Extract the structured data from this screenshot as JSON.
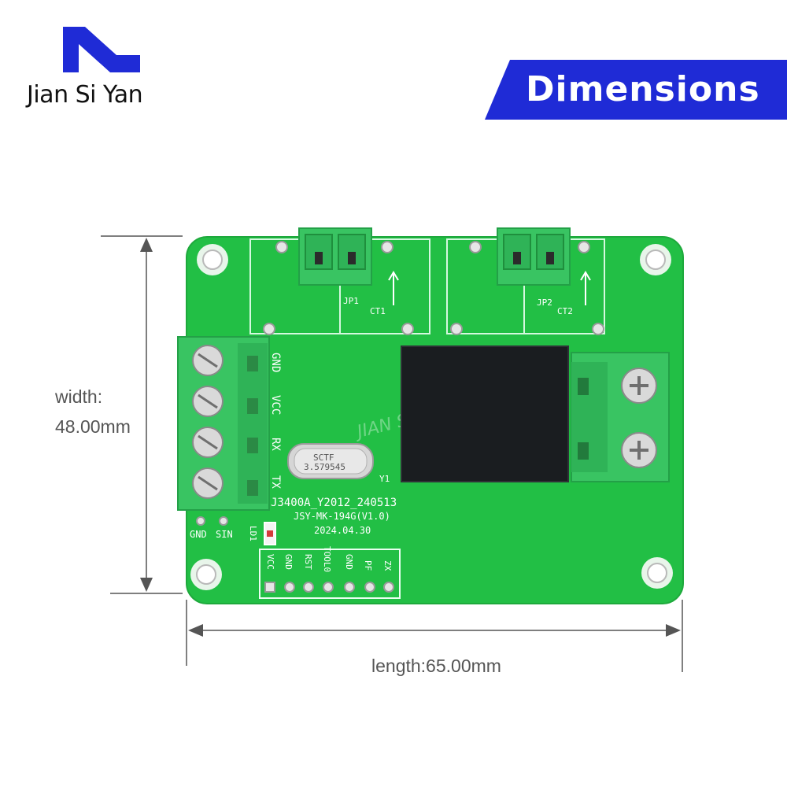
{
  "brand": {
    "name": "Jian Si Yan",
    "color": "#1f2bd6"
  },
  "banner": {
    "title": "Dimensions",
    "color": "#1f2bd6"
  },
  "dimensions": {
    "width_label": "width:",
    "width_value": "48.00mm",
    "length_label": "length:65.00mm"
  },
  "board": {
    "pcb_color": "#22bf45",
    "terminal_color": "#39c462",
    "module_color": "#1a1d20",
    "connector_labels": [
      "GND",
      "VCC",
      "RX",
      "TX"
    ],
    "header_labels": [
      "VCC",
      "GND",
      "RST",
      "TOOL0",
      "GND",
      "PF",
      "ZX"
    ],
    "crystal_text": [
      "SCTF",
      "3.579545"
    ],
    "crystal_ref": "Y1",
    "part_text": "J3400A_Y2012_240513",
    "model_text": "JSY-MK-194G(V1.0)",
    "date_text": "2024.04.30",
    "small_labels": {
      "gnd": "GND",
      "sin": "SIN",
      "led": "LD1"
    },
    "jp1": "JP1",
    "ct1": "CT1",
    "jp2": "JP2",
    "ct2": "CT2",
    "watermark": "JIAN SI YAN"
  }
}
